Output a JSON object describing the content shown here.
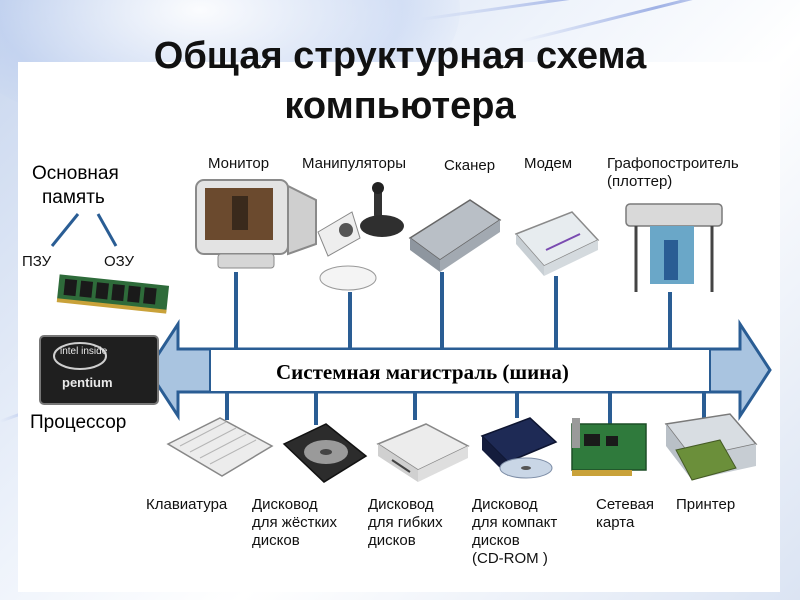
{
  "title_line1": "Общая структурная схема",
  "title_line2": "компьютера",
  "memory": {
    "title_line1": "Основная",
    "title_line2": "память",
    "rom": "ПЗУ",
    "ram": "ОЗУ"
  },
  "processor": {
    "label": "Процессор",
    "chip_line1": "intel inside",
    "chip_line2": "pentium"
  },
  "bus_label": "Системная магистраль (шина)",
  "top_devices": {
    "monitor": "Монитор",
    "manipulators": "Манипуляторы",
    "scanner": "Сканер",
    "modem": "Модем",
    "plotter": "Графопостроитель\n(плоттер)"
  },
  "bottom_devices": {
    "keyboard": "Клавиатура",
    "hdd": "Дисковод\nдля жёстких\nдисков",
    "fdd": "Дисковод\nдля гибких\nдисков",
    "cdrom": "Дисковод\nдля компакт\nдисков\n(CD-ROM )",
    "network_card": "Сетевая\n карта",
    "printer": "Принтер"
  },
  "colors": {
    "bus_fill": "#a9c4e0",
    "bus_stroke": "#2a5d94",
    "connector": "#2a5d94"
  }
}
